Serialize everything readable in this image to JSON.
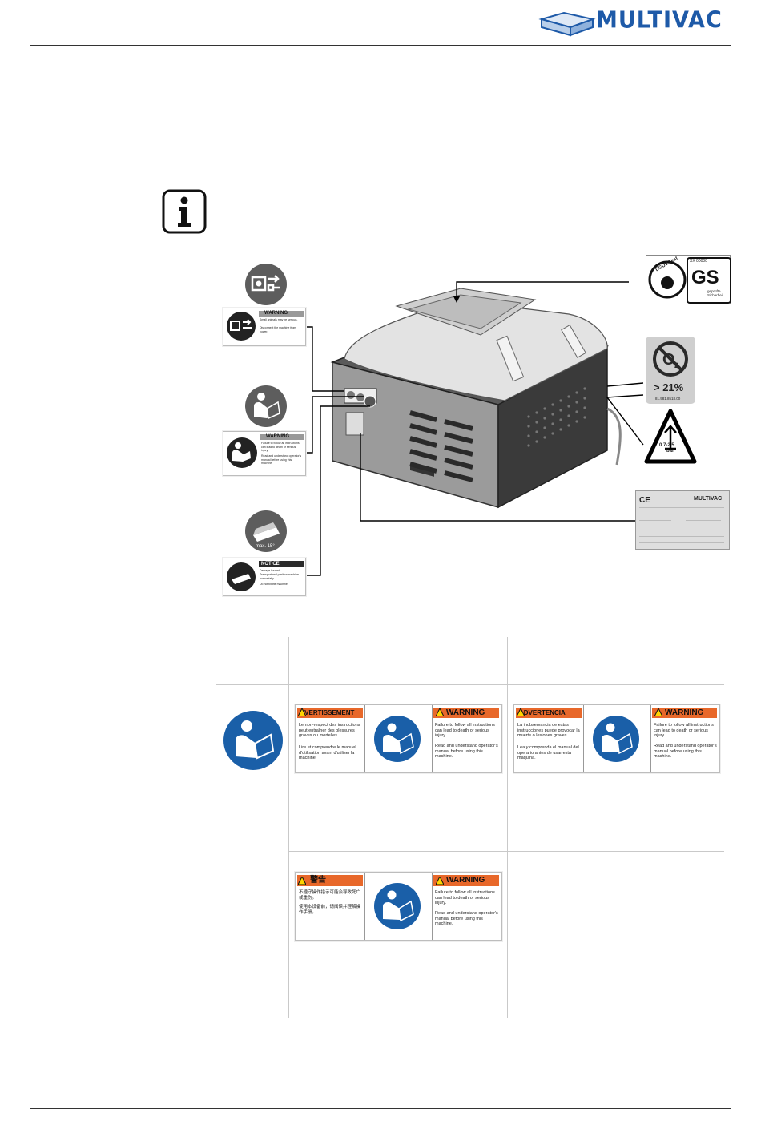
{
  "header": {
    "brand": "MULTIVAC"
  },
  "labels_on_machine": {
    "power": {
      "header": "WARNING",
      "line1": "Small animals may be serious.",
      "line2": "Disconnect the machine from power."
    },
    "manual": {
      "header": "WARNING",
      "line1": "Failure to follow all instructions can lead to death or serious injury.",
      "line2": "Read and understand operator's manual before using this machine."
    },
    "notice": {
      "header": "NOTICE",
      "line1": "Damage hazard!",
      "line2": "Transport and position machine horizontally.",
      "line3": "Do not tilt the machine.",
      "tilt": "max. 15°"
    },
    "oxygen": {
      "value": "> 21%",
      "part_no": "81.981.8518.00"
    },
    "pressure": {
      "value": "0.7-2.5",
      "unit": "bar"
    },
    "gs": {
      "top": "DGUV Test",
      "code": "XX 00000",
      "sub1": "geprüfte",
      "sub2": "Sicherheit"
    },
    "rating_plate": {
      "ce": "CE",
      "brand": "MULTIVAC"
    }
  },
  "table_labels": {
    "french": {
      "left_header": "AVERTISSEMENT",
      "left_p1": "Le non-respect des instructions peut entraîner des blessures graves ou mortelles.",
      "left_p2": "Lire et comprendre le manuel d'utilisation avant d'utiliser la machine.",
      "right_header": "WARNING",
      "right_p1": "Failure to follow all instructions can lead to death or serious injury.",
      "right_p2": "Read and understand operator's manual before using this machine."
    },
    "spanish": {
      "left_header": "ADVERTENCIA",
      "left_p1": "La inobservancia de estas instrucciones puede provocar la muerte o lesiones graves.",
      "left_p2": "Lea y comprenda el manual del operario antes de usar esta máquina.",
      "right_header": "WARNING",
      "right_p1": "Failure to follow all instructions can lead to death or serious injury.",
      "right_p2": "Read and understand operator's manual before using this machine."
    },
    "chinese": {
      "left_header": "警告",
      "left_p1": "不遵守操作指示可能会导致死亡或重伤。",
      "left_p2": "使用本设备前，请阅读并理解操作手册。",
      "right_header": "WARNING",
      "right_p1": "Failure to follow all instructions can lead to death or serious injury.",
      "right_p2": "Read and understand operator's manual before using this machine."
    }
  },
  "colors": {
    "brand_blue": "#1e5aa8",
    "warning_orange": "#e8682a",
    "sign_gray": "#5d5d5d",
    "mandatory_blue": "#1a5fa8"
  },
  "icons": [
    "info-icon",
    "disconnect-power-icon",
    "read-manual-icon",
    "tilt-icon",
    "gs-mark-icon",
    "no-oxygen-icon",
    "pressure-icon"
  ]
}
